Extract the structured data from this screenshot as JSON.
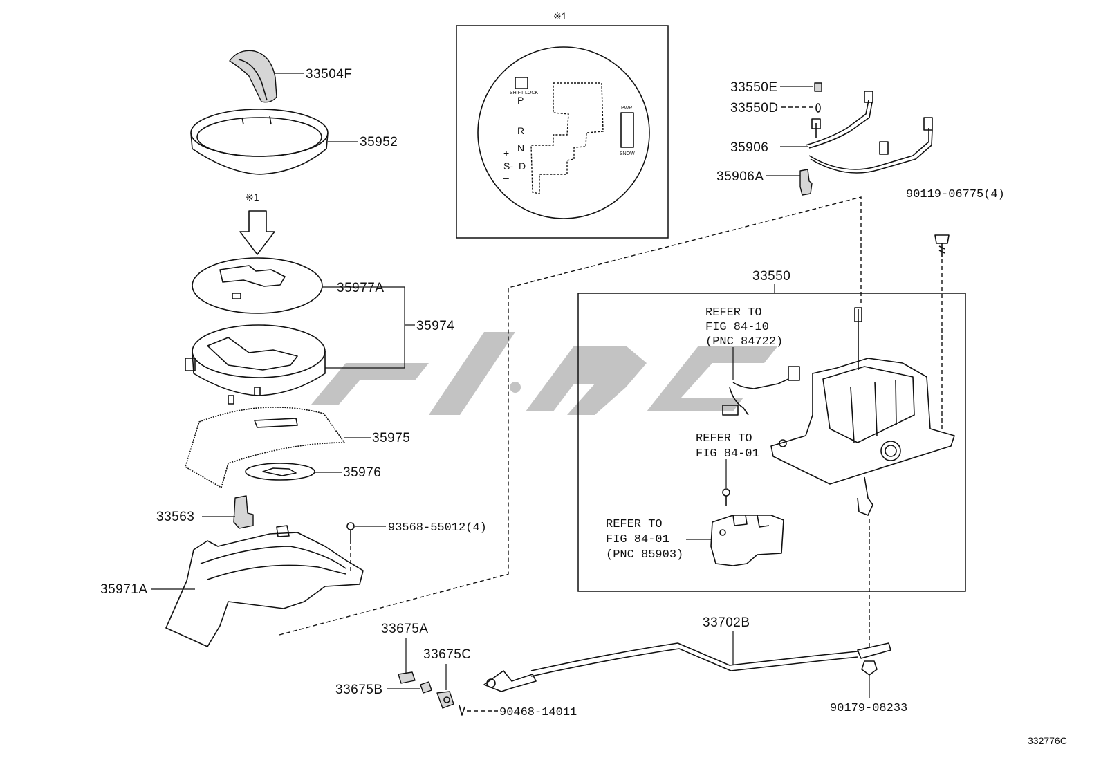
{
  "diagram": {
    "symbol_note": "※1",
    "gate_plate": {
      "positions": [
        "P",
        "R",
        "N",
        "D"
      ],
      "plus": "+",
      "minus": "–",
      "sport": "S-",
      "pwr_label": "PWR",
      "snow_label": "SNOW",
      "shift_lock_label": "SHIFT LOCK"
    },
    "parts": [
      {
        "id": "knob",
        "label": "33504F"
      },
      {
        "id": "bezel-ring",
        "label": "35952"
      },
      {
        "id": "position-plate",
        "label": "35977A"
      },
      {
        "id": "indicator-assy",
        "label": "35974"
      },
      {
        "id": "slide-cover",
        "label": "35975"
      },
      {
        "id": "slide-disc",
        "label": "35976"
      },
      {
        "id": "switch",
        "label": "33563"
      },
      {
        "id": "screw",
        "label": "93568-55012(4)"
      },
      {
        "id": "housing",
        "label": "35971A"
      },
      {
        "id": "cap-e",
        "label": "33550E"
      },
      {
        "id": "pin-d",
        "label": "33550D"
      },
      {
        "id": "wire-harness",
        "label": "35906"
      },
      {
        "id": "connector",
        "label": "35906A"
      },
      {
        "id": "bolt",
        "label": "90119-06775(4)"
      },
      {
        "id": "lever-assy",
        "label": "33550"
      },
      {
        "id": "bushing-a",
        "label": "33675A"
      },
      {
        "id": "bushing-b",
        "label": "33675B"
      },
      {
        "id": "bushing-c",
        "label": "33675C"
      },
      {
        "id": "control-cable",
        "label": "33702B"
      },
      {
        "id": "clip",
        "label": "90468-14011"
      },
      {
        "id": "nut",
        "label": "90179-08233"
      }
    ],
    "refer_notes": [
      {
        "line1": "REFER TO",
        "line2": "FIG 84-10",
        "line3": "(PNC 84722)"
      },
      {
        "line1": "REFER TO",
        "line2": "FIG 84-01",
        "line3": ""
      },
      {
        "line1": "REFER TO",
        "line2": "FIG 84-01",
        "line3": "(PNC 85903)"
      }
    ],
    "figure_id": "332776C"
  }
}
